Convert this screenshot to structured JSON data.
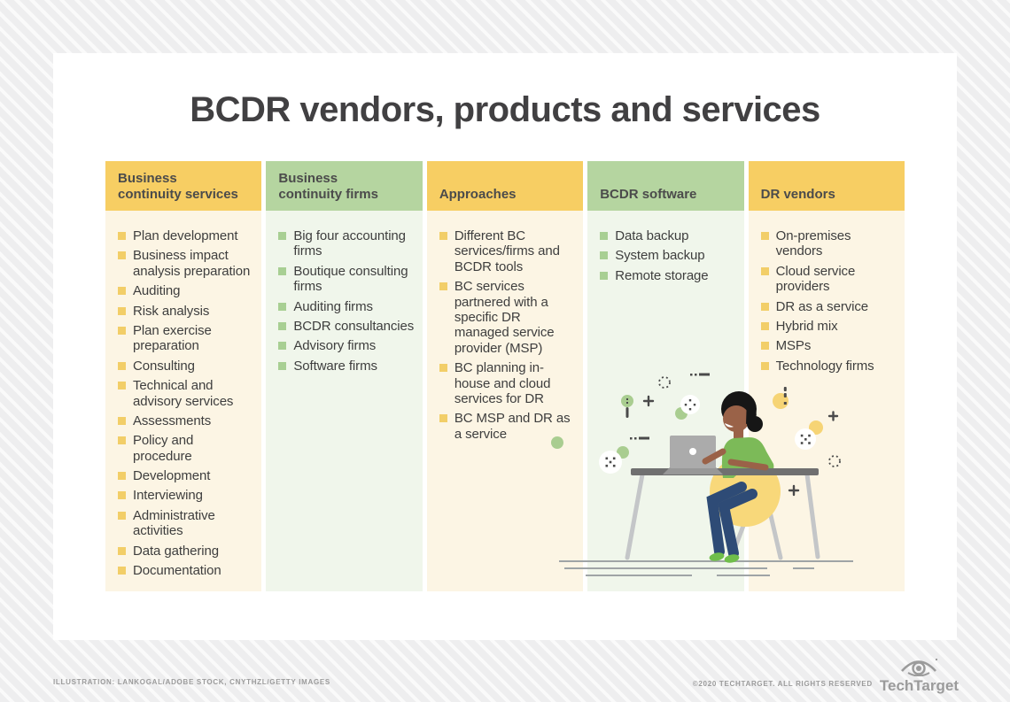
{
  "title": "BCDR vendors, products and services",
  "columns": [
    {
      "header": "Business\ncontinuity services",
      "theme": "yellow",
      "items": [
        "Plan development",
        "Business impact analysis preparation",
        "Auditing",
        "Risk analysis",
        "Plan exercise preparation",
        "Consulting",
        "Technical and advisory services",
        "Assessments",
        "Policy and procedure",
        "Development",
        "Interviewing",
        "Administrative activities",
        "Data gathering",
        "Documentation"
      ]
    },
    {
      "header": "Business\ncontinuity firms",
      "theme": "green",
      "items": [
        "Big four accounting firms",
        "Boutique consulting firms",
        "Auditing firms",
        "BCDR consultancies",
        "Advisory firms",
        "Software firms"
      ]
    },
    {
      "header": "Approaches",
      "theme": "yellow",
      "items": [
        "Different BC services/firms and BCDR tools",
        "BC services partnered with a specific DR managed service provider (MSP)",
        "BC planning in-house and cloud services for DR",
        "BC MSP and DR as a service"
      ]
    },
    {
      "header": "BCDR software",
      "theme": "green",
      "items": [
        "Data backup",
        "System backup",
        "Remote storage"
      ]
    },
    {
      "header": "DR vendors",
      "theme": "yellow",
      "items": [
        "On-premises vendors",
        "Cloud service providers",
        "DR as a service",
        "Hybrid mix",
        "MSPs",
        "Technology firms"
      ]
    }
  ],
  "illustration": {
    "description": "Person with dark hair in green shirt sitting on yellow ball at a desk using a laptop"
  },
  "footer": {
    "credit": "ILLUSTRATION: LANKOGAL/ADOBE STOCK, CNYTHZL/GETTY IMAGES",
    "copyright": "©2020 TECHTARGET. ALL RIGHTS RESERVED",
    "brand": "TechTarget"
  },
  "colors": {
    "yellow_header": "#F7CE63",
    "green_header": "#B5D5A0",
    "cream_body": "#FCF5E4",
    "light_green_body": "#F0F6EB",
    "yellow_bullet": "#F2CE68",
    "green_bullet": "#A8CF93",
    "title_text": "#414042",
    "body_text": "#3E3E3E",
    "brand_gray": "#9B9B9B"
  }
}
